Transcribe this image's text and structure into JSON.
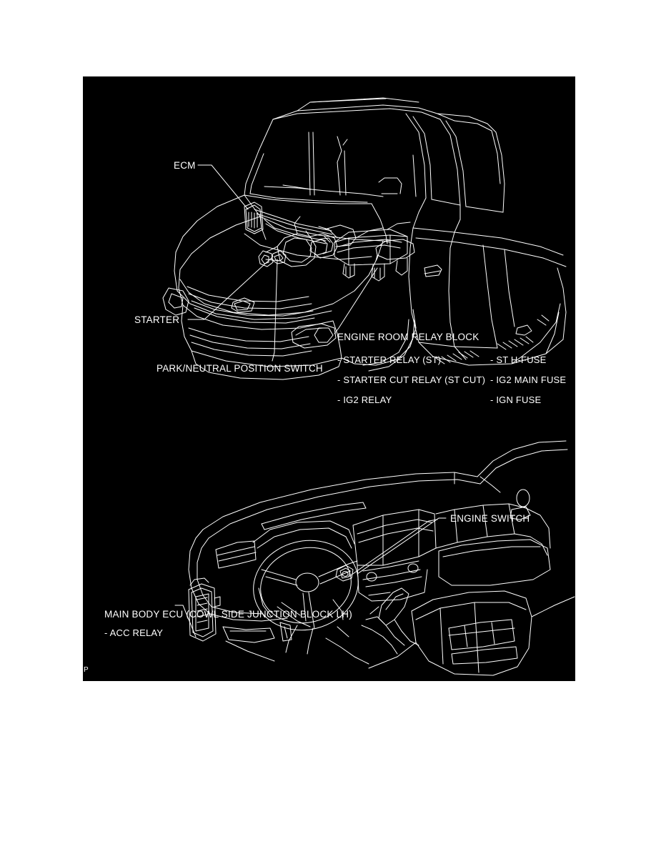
{
  "figure": {
    "background_color": "#000000",
    "line_color": "#ffffff",
    "page_background": "#ffffff",
    "corner_mark": "P"
  },
  "upper_view": {
    "description": "Front three-quarter view of pickup truck showing engine compartment component locations",
    "labels": {
      "ecm": "ECM",
      "starter": "STARTER",
      "park_neutral_position_switch": "PARK/NEUTRAL POSITION SWITCH",
      "engine_room_relay_block": "ENGINE ROOM RELAY BLOCK"
    },
    "relay_block_items_left": [
      "- STARTER RELAY (ST)",
      "- STARTER CUT RELAY (ST CUT)",
      "- IG2 RELAY"
    ],
    "relay_block_items_right": [
      "- ST H-FUSE",
      "- IG2 MAIN FUSE",
      "- IGN FUSE"
    ]
  },
  "lower_view": {
    "description": "Instrument panel interior view showing engine switch and main body ECU locations",
    "labels": {
      "engine_switch": "ENGINE SWITCH",
      "main_body_ecu": "MAIN BODY ECU (COWL SIDE JUNCTION BLOCK LH)"
    },
    "main_body_ecu_items": [
      "- ACC RELAY"
    ]
  }
}
